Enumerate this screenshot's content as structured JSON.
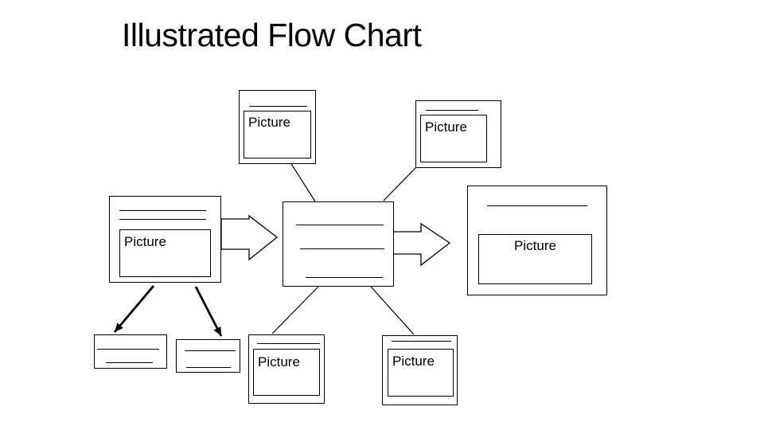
{
  "slide": {
    "title": "Illustrated Flow Chart"
  },
  "colors": {
    "background": "#ffffff",
    "line": "#000000",
    "text": "#000000"
  },
  "nodes": {
    "top_center": {
      "label": "Picture"
    },
    "top_right": {
      "label": "Picture"
    },
    "left": {
      "label": "Picture"
    },
    "right": {
      "label": "Picture"
    },
    "bottom_left": {
      "label": "Picture"
    },
    "bottom_right": {
      "label": "Picture"
    }
  }
}
